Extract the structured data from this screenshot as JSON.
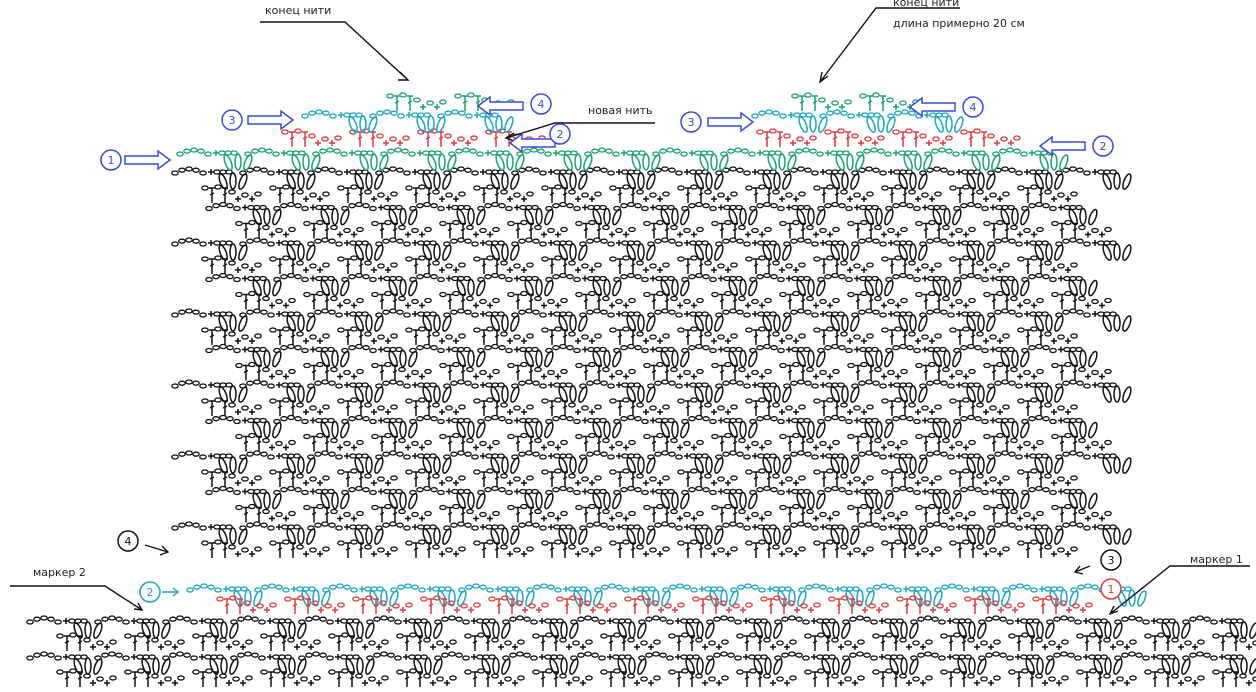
{
  "labels": {
    "thread_end_left": "конец нити",
    "thread_end_right": "конец нити",
    "length_note": "длина примерно 20 см",
    "new_thread": "новая нить",
    "marker2": "маркер 2",
    "marker1": "маркер 1"
  },
  "step_markers": [
    "1",
    "3",
    "4",
    "2",
    "3",
    "4",
    "2",
    "4",
    "3",
    "2",
    "1"
  ],
  "colors": {
    "ink": "#111111",
    "green": "#1aa36a",
    "red": "#e0393e",
    "cyan": "#1aa7c4",
    "blue": "#3a4bd6"
  }
}
